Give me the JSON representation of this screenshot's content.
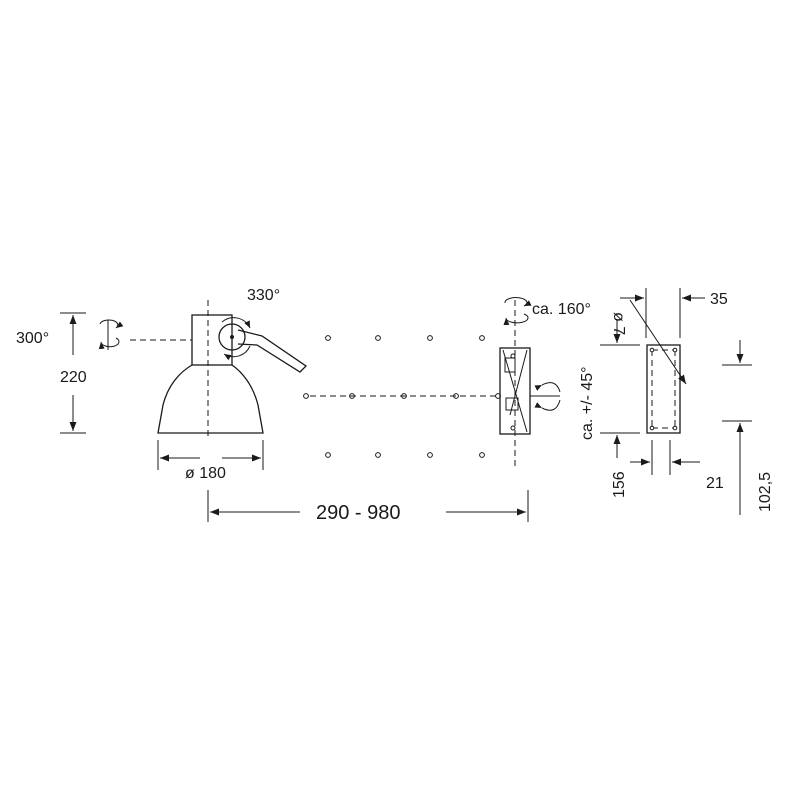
{
  "drawing": {
    "rotation_shade_angle": "300°",
    "rotation_joint_angle": "330°",
    "shade_height": "220",
    "shade_diameter": "ø 180",
    "extension_range": "290 - 980",
    "wall_rotation": "ca. 160°",
    "tilt_range": "ca. +/- 45°",
    "hole_diameter": "ø 7",
    "plate_depth": "35",
    "plate_height": "156",
    "plate_thickness": "21",
    "hole_spacing": "102,5"
  },
  "colors": {
    "line": "#1a1a1a",
    "background": "#ffffff"
  }
}
